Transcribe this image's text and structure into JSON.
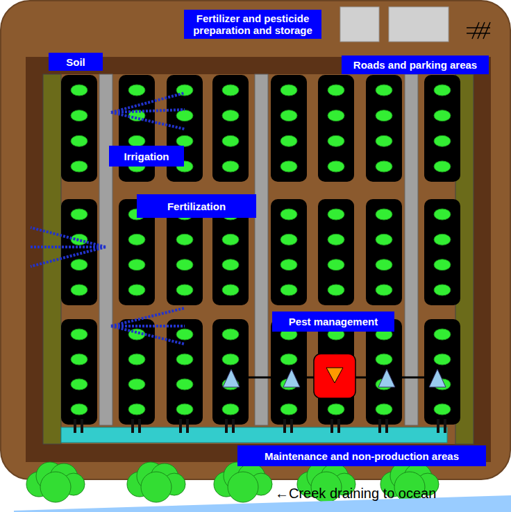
{
  "diagram": {
    "nodes": [
      {
        "text": [
          "Fertilizer and pesticide preparation and storage"
        ]
      },
      {
        "text": [
          "Soil"
        ]
      },
      {
        "text": [
          "Roads and parking areas"
        ]
      },
      {
        "text": [
          "Irrigation"
        ]
      },
      {
        "text": [
          "Fertilization"
        ]
      },
      {
        "text": [
          "Pest management"
        ]
      },
      {
        "text": [
          "Maintenance and non-production areas"
        ]
      }
    ],
    "labels": [
      "←Creek draining to ocean"
    ]
  }
}
